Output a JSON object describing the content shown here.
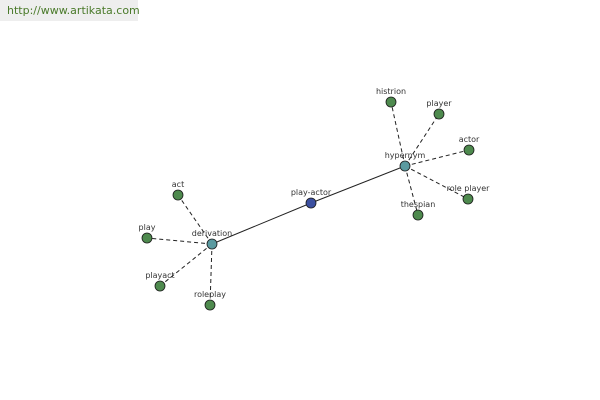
{
  "source_url": "http://www.artikata.com",
  "colors": {
    "center": "#3b4fa0",
    "hub": "#5a9aa0",
    "leaf": "#4e8a4e",
    "edge": "#222222",
    "banner_text": "#4a7a2a"
  },
  "nodes": [
    {
      "id": "center",
      "label": "play-actor",
      "kind": "center"
    },
    {
      "id": "hypernym",
      "label": "hypernym",
      "kind": "hub"
    },
    {
      "id": "derivation",
      "label": "derivation",
      "kind": "hub"
    },
    {
      "id": "histrion",
      "label": "histrion",
      "kind": "leaf"
    },
    {
      "id": "player",
      "label": "player",
      "kind": "leaf"
    },
    {
      "id": "actor",
      "label": "actor",
      "kind": "leaf"
    },
    {
      "id": "role_player",
      "label": "role player",
      "kind": "leaf"
    },
    {
      "id": "thespian",
      "label": "thespian",
      "kind": "leaf"
    },
    {
      "id": "act",
      "label": "act",
      "kind": "leaf"
    },
    {
      "id": "play",
      "label": "play",
      "kind": "leaf"
    },
    {
      "id": "playact",
      "label": "playact",
      "kind": "leaf"
    },
    {
      "id": "roleplay",
      "label": "roleplay",
      "kind": "leaf"
    }
  ],
  "edges": [
    {
      "from": "center",
      "to": "hypernym",
      "style": "solid"
    },
    {
      "from": "center",
      "to": "derivation",
      "style": "solid"
    },
    {
      "from": "hypernym",
      "to": "histrion",
      "style": "dashed"
    },
    {
      "from": "hypernym",
      "to": "player",
      "style": "dashed"
    },
    {
      "from": "hypernym",
      "to": "actor",
      "style": "dashed"
    },
    {
      "from": "hypernym",
      "to": "role_player",
      "style": "dashed"
    },
    {
      "from": "hypernym",
      "to": "thespian",
      "style": "dashed"
    },
    {
      "from": "derivation",
      "to": "act",
      "style": "dashed"
    },
    {
      "from": "derivation",
      "to": "play",
      "style": "dashed"
    },
    {
      "from": "derivation",
      "to": "playact",
      "style": "dashed"
    },
    {
      "from": "derivation",
      "to": "roleplay",
      "style": "dashed"
    }
  ]
}
